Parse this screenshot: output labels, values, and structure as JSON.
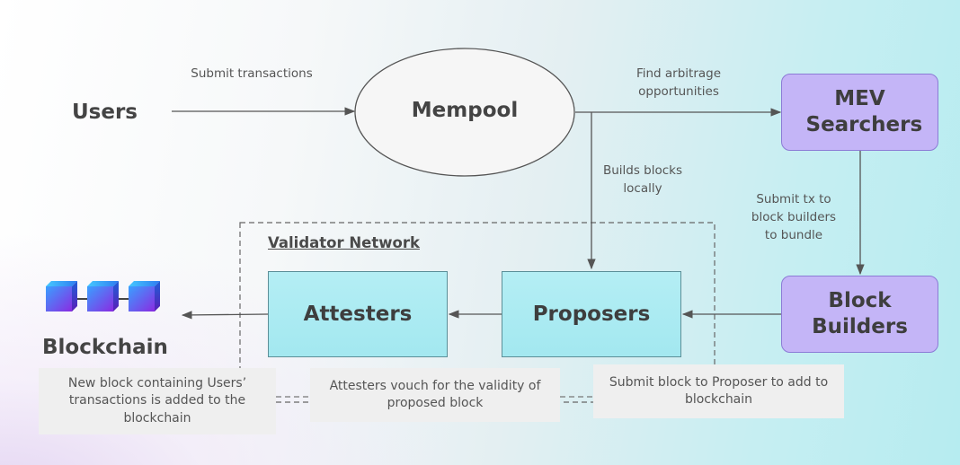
{
  "nodes": {
    "users": "Users",
    "mempool": "Mempool",
    "mev_searchers": "MEV Searchers",
    "block_builders": "Block Builders",
    "attesters": "Attesters",
    "proposers": "Proposers",
    "blockchain": "Blockchain"
  },
  "group": {
    "validator_network": "Validator Network"
  },
  "edges": {
    "submit_transactions": "Submit transactions",
    "find_arbitrage": "Find arbitrage opportunities",
    "builds_blocks_locally": "Builds blocks locally",
    "submit_tx_to_builders": "Submit tx to block builders to bundle"
  },
  "notes": {
    "new_block": "New block containing Users’ transactions is added to the blockchain",
    "attesters_vouch": "Attesters vouch for the validity of proposed block",
    "submit_block": "Submit block to Proposer to add to blockchain"
  },
  "colors": {
    "searcher_fill": "#c4b5f7",
    "validator_fill": "#a9eaf2",
    "line": "#555555"
  }
}
